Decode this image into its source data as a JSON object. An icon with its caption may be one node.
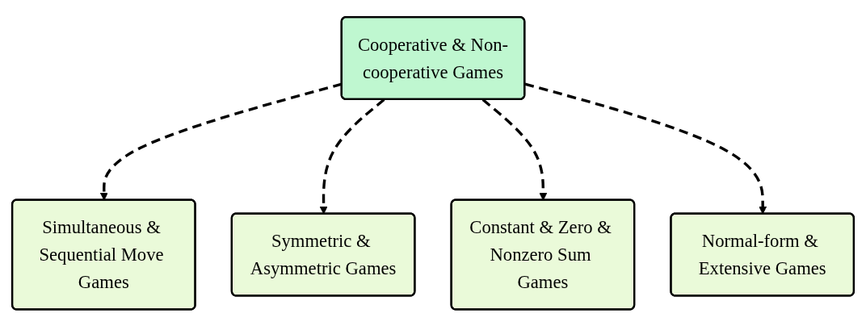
{
  "diagram": {
    "nodes": [
      {
        "text": [
          "Cooperative & Non-cooperative Games"
        ]
      },
      {
        "text": [
          "Simultaneous & Sequential Move Games"
        ]
      },
      {
        "text": [
          "Symmetric & Asymmetric Games"
        ]
      },
      {
        "text": [
          "Constant & Zero & Nonzero Sum Games"
        ]
      },
      {
        "text": [
          "Normal-form & Extensive Games"
        ]
      }
    ],
    "edges": [
      {
        "from": 0,
        "to": 1,
        "arrow": "to",
        "style": "dashed"
      },
      {
        "from": 0,
        "to": 2,
        "arrow": "to",
        "style": "dashed"
      },
      {
        "from": 0,
        "to": 3,
        "arrow": "to",
        "style": "dashed"
      },
      {
        "from": 0,
        "to": 4,
        "arrow": "to",
        "style": "dashed"
      }
    ]
  }
}
